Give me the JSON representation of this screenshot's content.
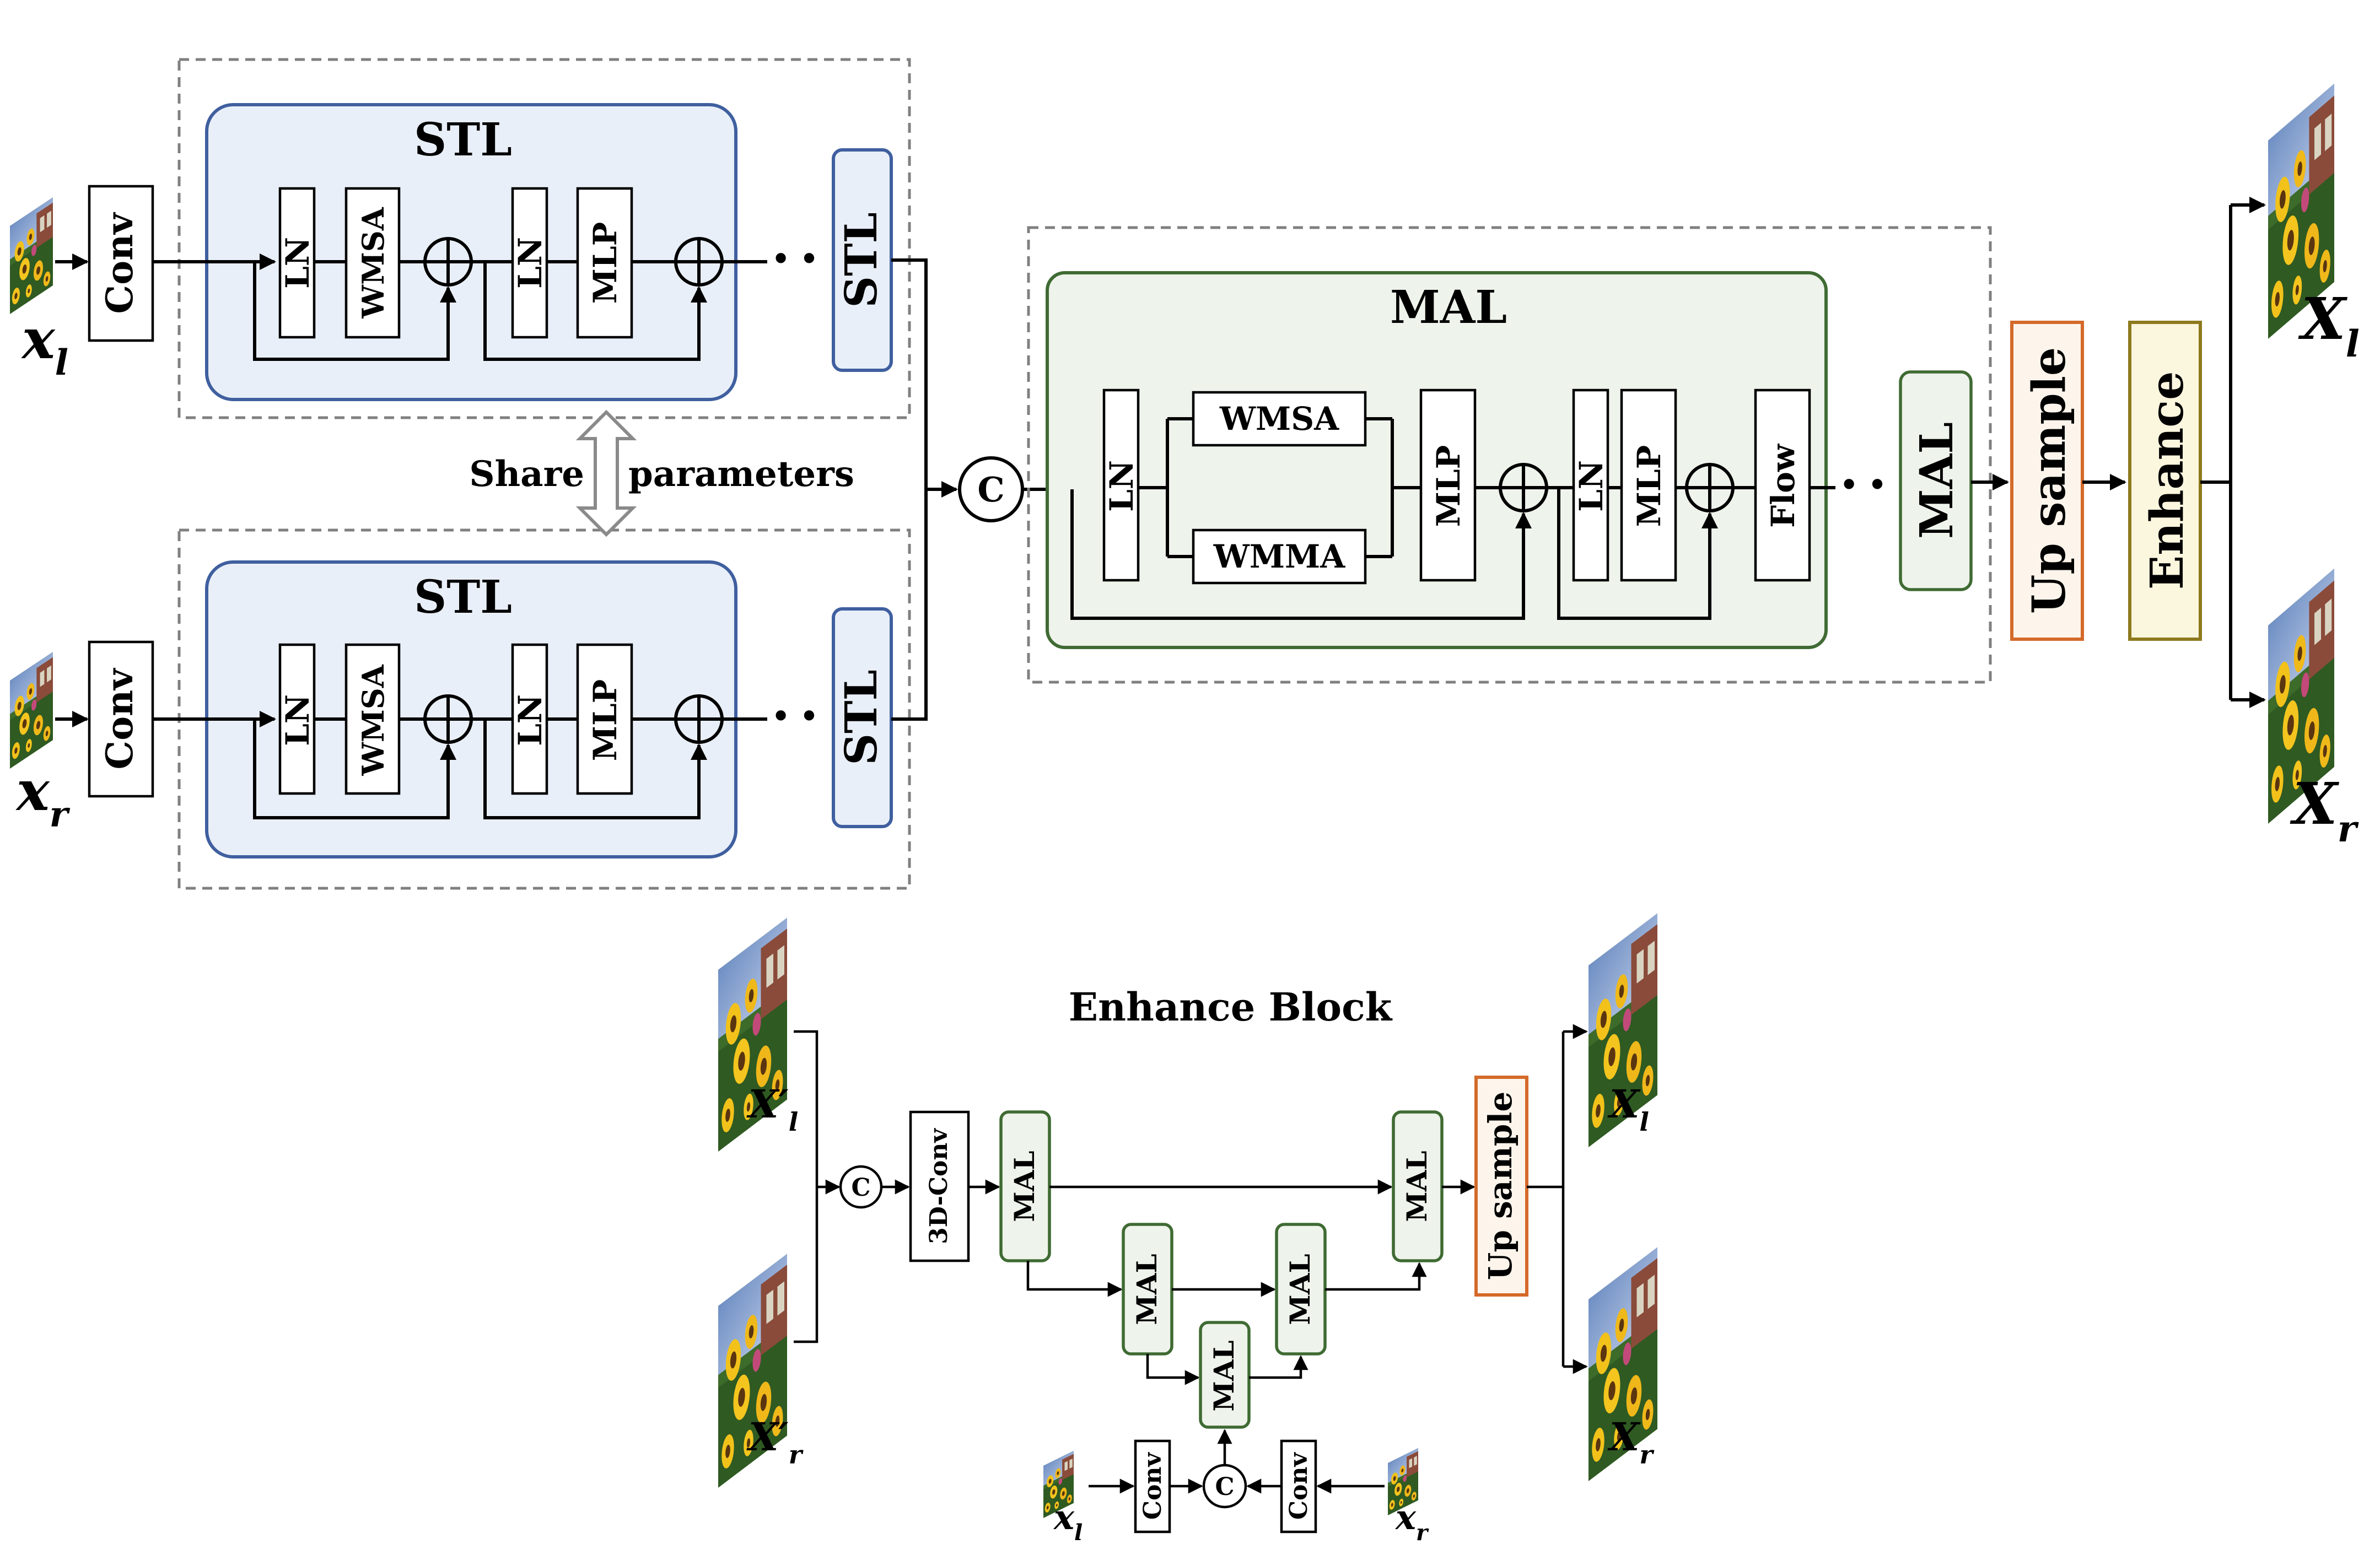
{
  "labels": {
    "conv": "Conv",
    "stl": "STL",
    "ln": "LN",
    "wmsa": "WMSA",
    "wmma": "WMMA",
    "mlp": "MLP",
    "flow": "Flow",
    "mal": "MAL",
    "up_sample": "Up sample",
    "enhance": "Enhance",
    "conv3d": "3D-Conv",
    "concat": "C",
    "dots": "• • •",
    "share": "Share",
    "parameters": "parameters",
    "enhance_block_title": "Enhance Block"
  },
  "vars": {
    "x": "x",
    "X": "X",
    "X_prime": "X′",
    "sub_l": "l",
    "sub_r": "r"
  },
  "colors": {
    "stl_fill": "#e9eff8",
    "stl_stroke": "#3f5f9f",
    "mal_fill": "#eef3eb",
    "mal_stroke": "#3f6b33",
    "upsample_stroke": "#d46a2a",
    "enhance_stroke": "#8e7a1e",
    "dashed_group": "#808080"
  }
}
